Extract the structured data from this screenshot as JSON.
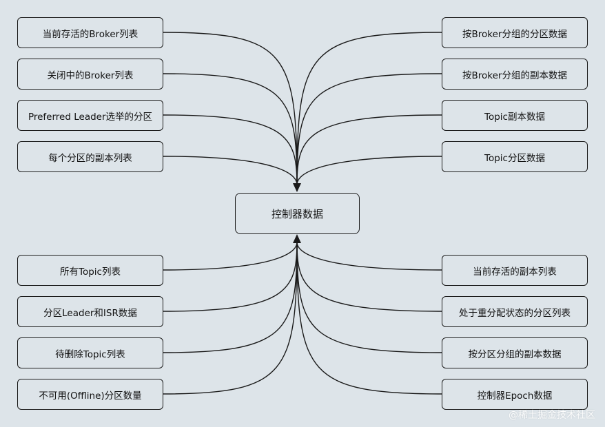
{
  "center": {
    "label": "控制器数据"
  },
  "top_left": [
    "当前存活的Broker列表",
    "关闭中的Broker列表",
    "Preferred Leader选举的分区",
    "每个分区的副本列表"
  ],
  "top_right": [
    "按Broker分组的分区数据",
    "按Broker分组的副本数据",
    "Topic副本数据",
    "Topic分区数据"
  ],
  "bottom_left": [
    "所有Topic列表",
    "分区Leader和ISR数据",
    "待删除Topic列表",
    "不可用(Offline)分区数量"
  ],
  "bottom_right": [
    "当前存活的副本列表",
    "处于重分配状态的分区列表",
    "按分区分组的副本数据",
    "控制器Epoch数据"
  ],
  "watermark": "@稀土掘金技术社区",
  "colors": {
    "background": "#dde4e9",
    "stroke": "#1a1a1a"
  }
}
